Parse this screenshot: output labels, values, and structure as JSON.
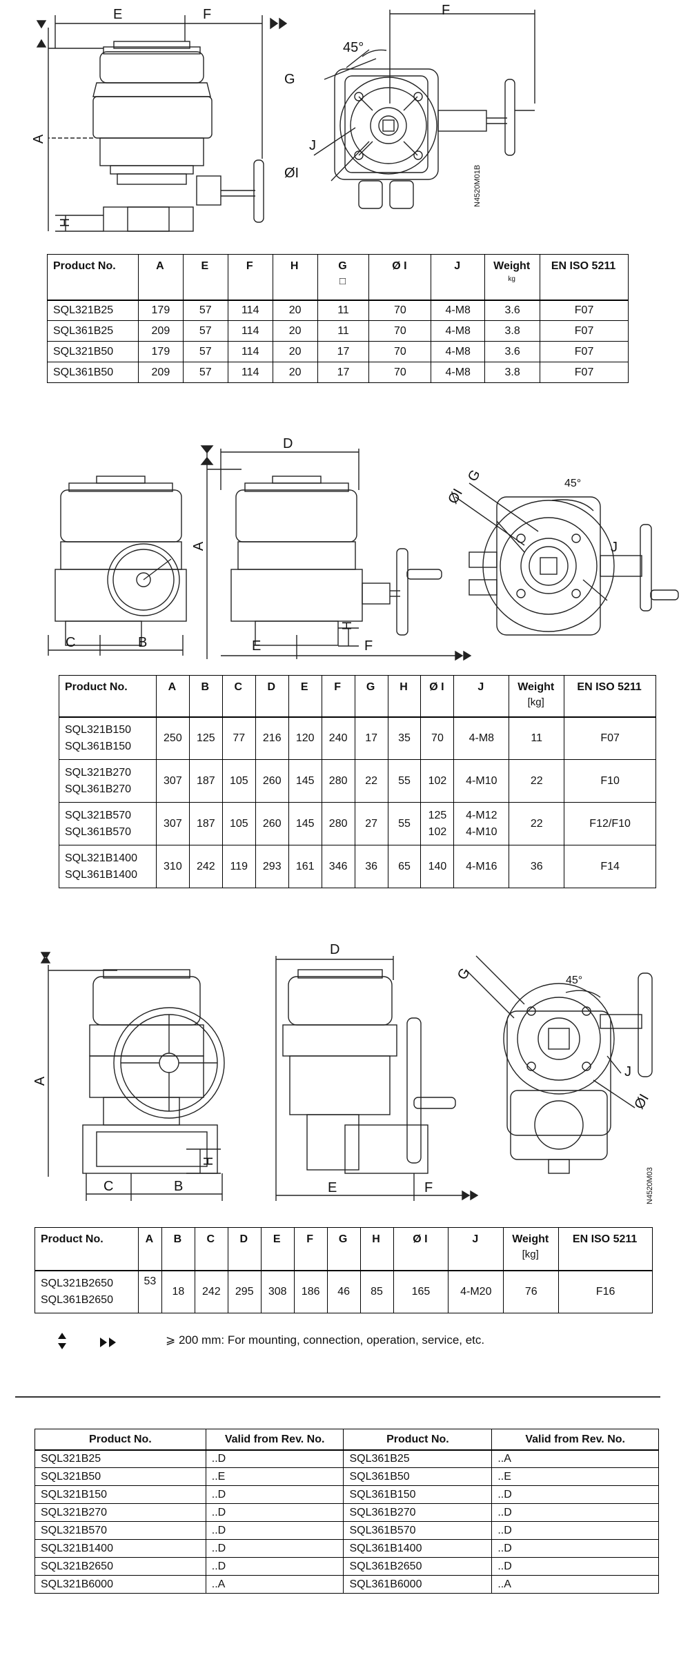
{
  "drawings": {
    "d1": {
      "labels": {
        "e": "E",
        "f": "F",
        "a": "A",
        "h": "H",
        "f2": "F",
        "g": "G",
        "angle": "45°",
        "j": "J",
        "di": "ØI",
        "code": "N4520M01B"
      }
    },
    "d2": {
      "labels": {
        "c": "C",
        "b": "B",
        "d": "D",
        "a": "A",
        "e": "E",
        "f": "F",
        "h": "H",
        "g": "G",
        "di": "ØI",
        "angle": "45°",
        "j": "J"
      }
    },
    "d3": {
      "labels": {
        "a": "A",
        "c": "C",
        "b": "B",
        "h": "H",
        "d": "D",
        "e": "E",
        "f": "F",
        "g": "G",
        "angle": "45°",
        "j": "J",
        "di": "ØI",
        "code": "N4520M03"
      }
    }
  },
  "table1": {
    "headers": {
      "product": "Product No.",
      "a": "A",
      "e": "E",
      "f": "F",
      "h": "H",
      "g": "G",
      "g_sub": "□",
      "i": "Ø I",
      "j": "J",
      "weight": "Weight",
      "weight_sub": "kg",
      "iso": "EN ISO 5211"
    },
    "rows": [
      [
        "SQL321B25",
        "179",
        "57",
        "114",
        "20",
        "11",
        "70",
        "4-M8",
        "3.6",
        "F07"
      ],
      [
        "SQL361B25",
        "209",
        "57",
        "114",
        "20",
        "11",
        "70",
        "4-M8",
        "3.8",
        "F07"
      ],
      [
        "SQL321B50",
        "179",
        "57",
        "114",
        "20",
        "17",
        "70",
        "4-M8",
        "3.6",
        "F07"
      ],
      [
        "SQL361B50",
        "209",
        "57",
        "114",
        "20",
        "17",
        "70",
        "4-M8",
        "3.8",
        "F07"
      ]
    ]
  },
  "table2": {
    "headers": {
      "product": "Product No.",
      "a": "A",
      "b": "B",
      "c": "C",
      "d": "D",
      "e": "E",
      "f": "F",
      "g": "G",
      "h": "H",
      "i": "Ø I",
      "j": "J",
      "weight": "Weight",
      "weight_sub": "[kg]",
      "iso": "EN ISO 5211"
    },
    "rows": [
      {
        "p1": "SQL321B150",
        "p2": "SQL361B150",
        "a": "250",
        "b": "125",
        "c": "77",
        "d": "216",
        "e": "120",
        "f": "240",
        "g": "17",
        "h": "35",
        "i1": "70",
        "i2": "",
        "j1": "4-M8",
        "j2": "",
        "w": "11",
        "iso": "F07"
      },
      {
        "p1": "SQL321B270",
        "p2": "SQL361B270",
        "a": "307",
        "b": "187",
        "c": "105",
        "d": "260",
        "e": "145",
        "f": "280",
        "g": "22",
        "h": "55",
        "i1": "102",
        "i2": "",
        "j1": "4-M10",
        "j2": "",
        "w": "22",
        "iso": "F10"
      },
      {
        "p1": "SQL321B570",
        "p2": "SQL361B570",
        "a": "307",
        "b": "187",
        "c": "105",
        "d": "260",
        "e": "145",
        "f": "280",
        "g": "27",
        "h": "55",
        "i1": "125",
        "i2": "102",
        "j1": "4-M12",
        "j2": "4-M10",
        "w": "22",
        "iso": "F12/F10"
      },
      {
        "p1": "SQL321B1400",
        "p2": "SQL361B1400",
        "a": "310",
        "b": "242",
        "c": "119",
        "d": "293",
        "e": "161",
        "f": "346",
        "g": "36",
        "h": "65",
        "i1": "140",
        "i2": "",
        "j1": "4-M16",
        "j2": "",
        "w": "36",
        "iso": "F14"
      }
    ]
  },
  "table3": {
    "headers": {
      "product": "Product No.",
      "a": "A",
      "b": "B",
      "c": "C",
      "d": "D",
      "e": "E",
      "f": "F",
      "g": "G",
      "h": "H",
      "i": "Ø I",
      "j": "J",
      "weight": "Weight",
      "weight_sub": "[kg]",
      "iso": "EN ISO 5211"
    },
    "row": {
      "p1": "SQL321B2650",
      "p2": "SQL361B2650",
      "a": "53",
      "b": "18",
      "c": "242",
      "d": "295",
      "e": "308",
      "f": "186",
      "g": "46",
      "h": "85",
      "i": "165",
      "j": "4-M20",
      "w": "76",
      "iso": "F16"
    }
  },
  "note": {
    "text": "⩾ 200 mm: For mounting, connection, operation, service, etc."
  },
  "revision_table": {
    "headers": {
      "product_a": "Product No.",
      "rev_a": "Valid from Rev. No.",
      "product_b": "Product No.",
      "rev_b": "Valid from Rev. No."
    },
    "rows": [
      [
        "SQL321B25",
        "..D",
        "SQL361B25",
        "..A"
      ],
      [
        "SQL321B50",
        "..E",
        "SQL361B50",
        "..E"
      ],
      [
        "SQL321B150",
        "..D",
        "SQL361B150",
        "..D"
      ],
      [
        "SQL321B270",
        "..D",
        "SQL361B270",
        "..D"
      ],
      [
        "SQL321B570",
        "..D",
        "SQL361B570",
        "..D"
      ],
      [
        "SQL321B1400",
        "..D",
        "SQL361B1400",
        "..D"
      ],
      [
        "SQL321B2650",
        "..D",
        "SQL361B2650",
        "..D"
      ],
      [
        "SQL321B6000",
        "..A",
        "SQL361B6000",
        "..A"
      ]
    ]
  }
}
